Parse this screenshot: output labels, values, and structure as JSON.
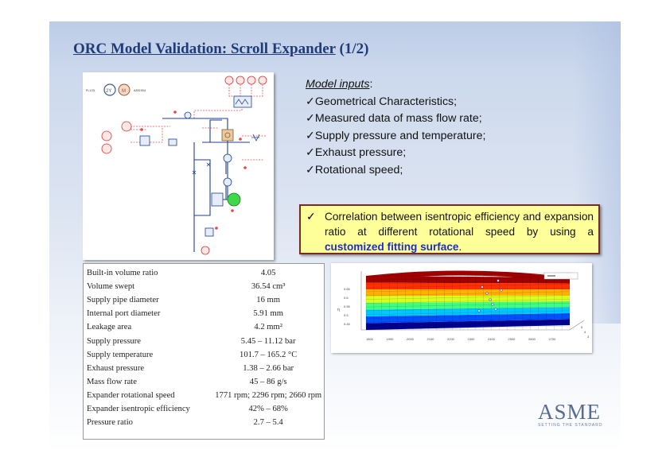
{
  "title": {
    "main": "ORC Model Validation: Scroll Expander",
    "suffix": " (1/2)"
  },
  "schematic": {
    "labels": [
      "R-123",
      "ADD304"
    ],
    "badges": [
      "2Y",
      "M"
    ]
  },
  "model_inputs": {
    "heading": "Model inputs",
    "colon": ":",
    "items": [
      "✓Geometrical Characteristics;",
      "✓Measured data of mass flow rate;",
      "✓Supply pressure and temperature;",
      "✓Exhaust pressure;",
      "✓Rotational speed;"
    ]
  },
  "callout": {
    "check": "✓",
    "text": "Correlation between isentropic efficiency and expansion ratio at different rotational speed by using a ",
    "highlight": "customized fitting surface",
    "end": "."
  },
  "parameters": [
    {
      "label": "Built-in volume ratio",
      "value": "4.05"
    },
    {
      "label": "Volume swept",
      "value": "36.54 cm³"
    },
    {
      "label": "Supply pipe diameter",
      "value": "16 mm"
    },
    {
      "label": "Internal port diameter",
      "value": "5.91 mm"
    },
    {
      "label": "Leakage area",
      "value": "4.2 mm²"
    },
    {
      "label": "Supply pressure",
      "value": "5.45 – 11.12 bar"
    },
    {
      "label": "Supply temperature",
      "value": "101.7 – 165.2 °C"
    },
    {
      "label": "Exhaust pressure",
      "value": "1.38 – 2.66 bar"
    },
    {
      "label": "Mass flow rate",
      "value": "45 – 86 g/s"
    },
    {
      "label": "Expander rotational speed",
      "value": "1771 rpm; 2296 rpm; 2660 rpm"
    },
    {
      "label": "Expander isentropic efficiency",
      "value": "42% – 68%"
    },
    {
      "label": "Pressure ratio",
      "value": "2.7 – 5.4"
    }
  ],
  "surface_plot": {
    "x_ticks": [
      "1800",
      "1900",
      "2000",
      "2100",
      "2200",
      "2300",
      "2400",
      "2500",
      "2600",
      "2700"
    ],
    "z_ticks": [
      "0.65",
      "0.6",
      "0.55",
      "0.5",
      "0.45"
    ],
    "z_label": "η",
    "y_ticks": [
      "3",
      "4",
      "5"
    ],
    "colors": [
      "#00008f",
      "#0050ff",
      "#00c8ff",
      "#40ff80",
      "#d8ff20",
      "#ffb000",
      "#ff3000",
      "#a00000"
    ]
  },
  "logo": {
    "text": "ASME",
    "tagline": "SETTING THE STANDARD"
  }
}
